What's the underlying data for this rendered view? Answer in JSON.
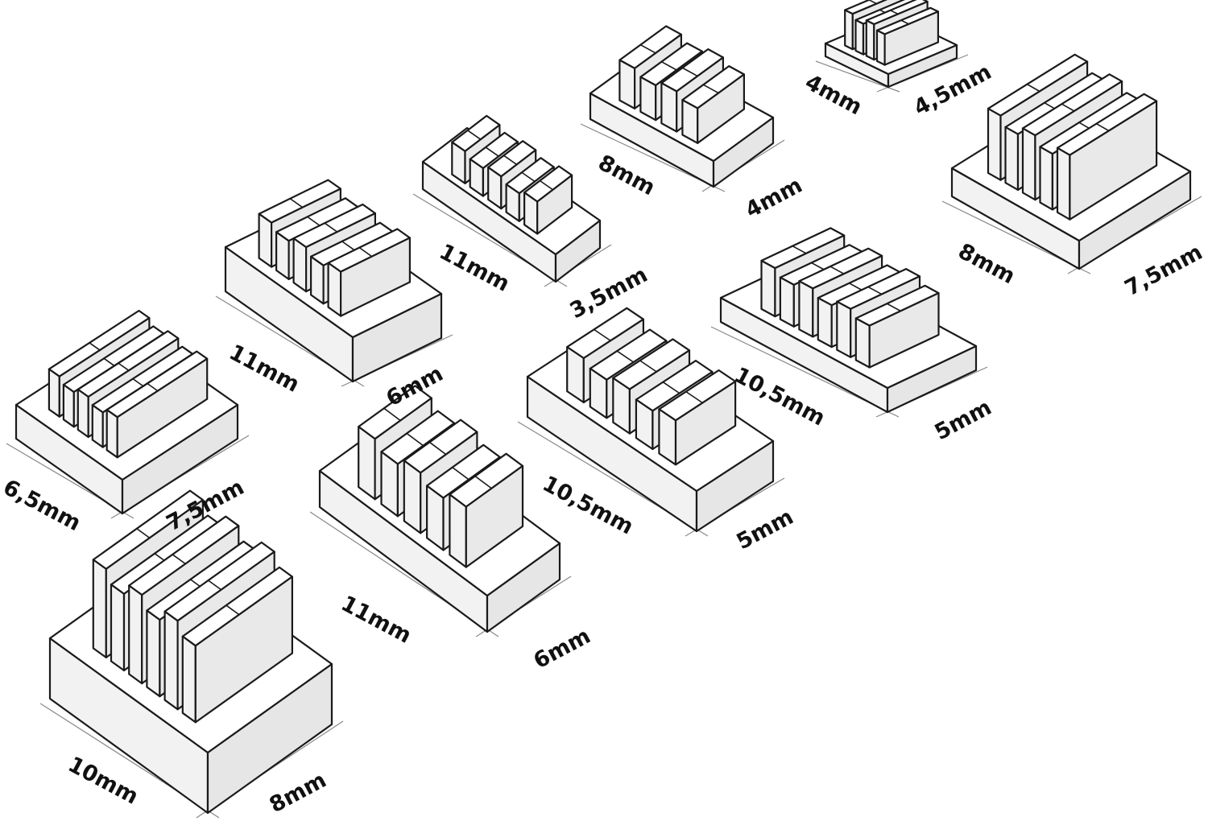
{
  "blocks": [
    {
      "id": "block-4x4-5",
      "width_label": "4mm",
      "depth_label": "4,5mm"
    },
    {
      "id": "block-8x4",
      "width_label": "8mm",
      "depth_label": "4mm"
    },
    {
      "id": "block-11x3-5",
      "width_label": "11mm",
      "depth_label": "3,5mm"
    },
    {
      "id": "block-11x6-upper",
      "width_label": "11mm",
      "depth_label": "6mm"
    },
    {
      "id": "block-6-5x7-5",
      "width_label": "6,5mm",
      "depth_label": "7,5mm"
    },
    {
      "id": "block-8x7-5",
      "width_label": "8mm",
      "depth_label": "7,5mm"
    },
    {
      "id": "block-10-5x5-upper",
      "width_label": "10,5mm",
      "depth_label": "5mm"
    },
    {
      "id": "block-10-5x5-lower",
      "width_label": "10,5mm",
      "depth_label": "5mm"
    },
    {
      "id": "block-11x6-lower",
      "width_label": "11mm",
      "depth_label": "6mm"
    },
    {
      "id": "block-10x8",
      "width_label": "10mm",
      "depth_label": "8mm"
    }
  ],
  "colors": {
    "stroke": "#1a1a1a",
    "face_top": "#ffffff",
    "face_side": "#f2f2f2",
    "dim_line": "#888888"
  }
}
